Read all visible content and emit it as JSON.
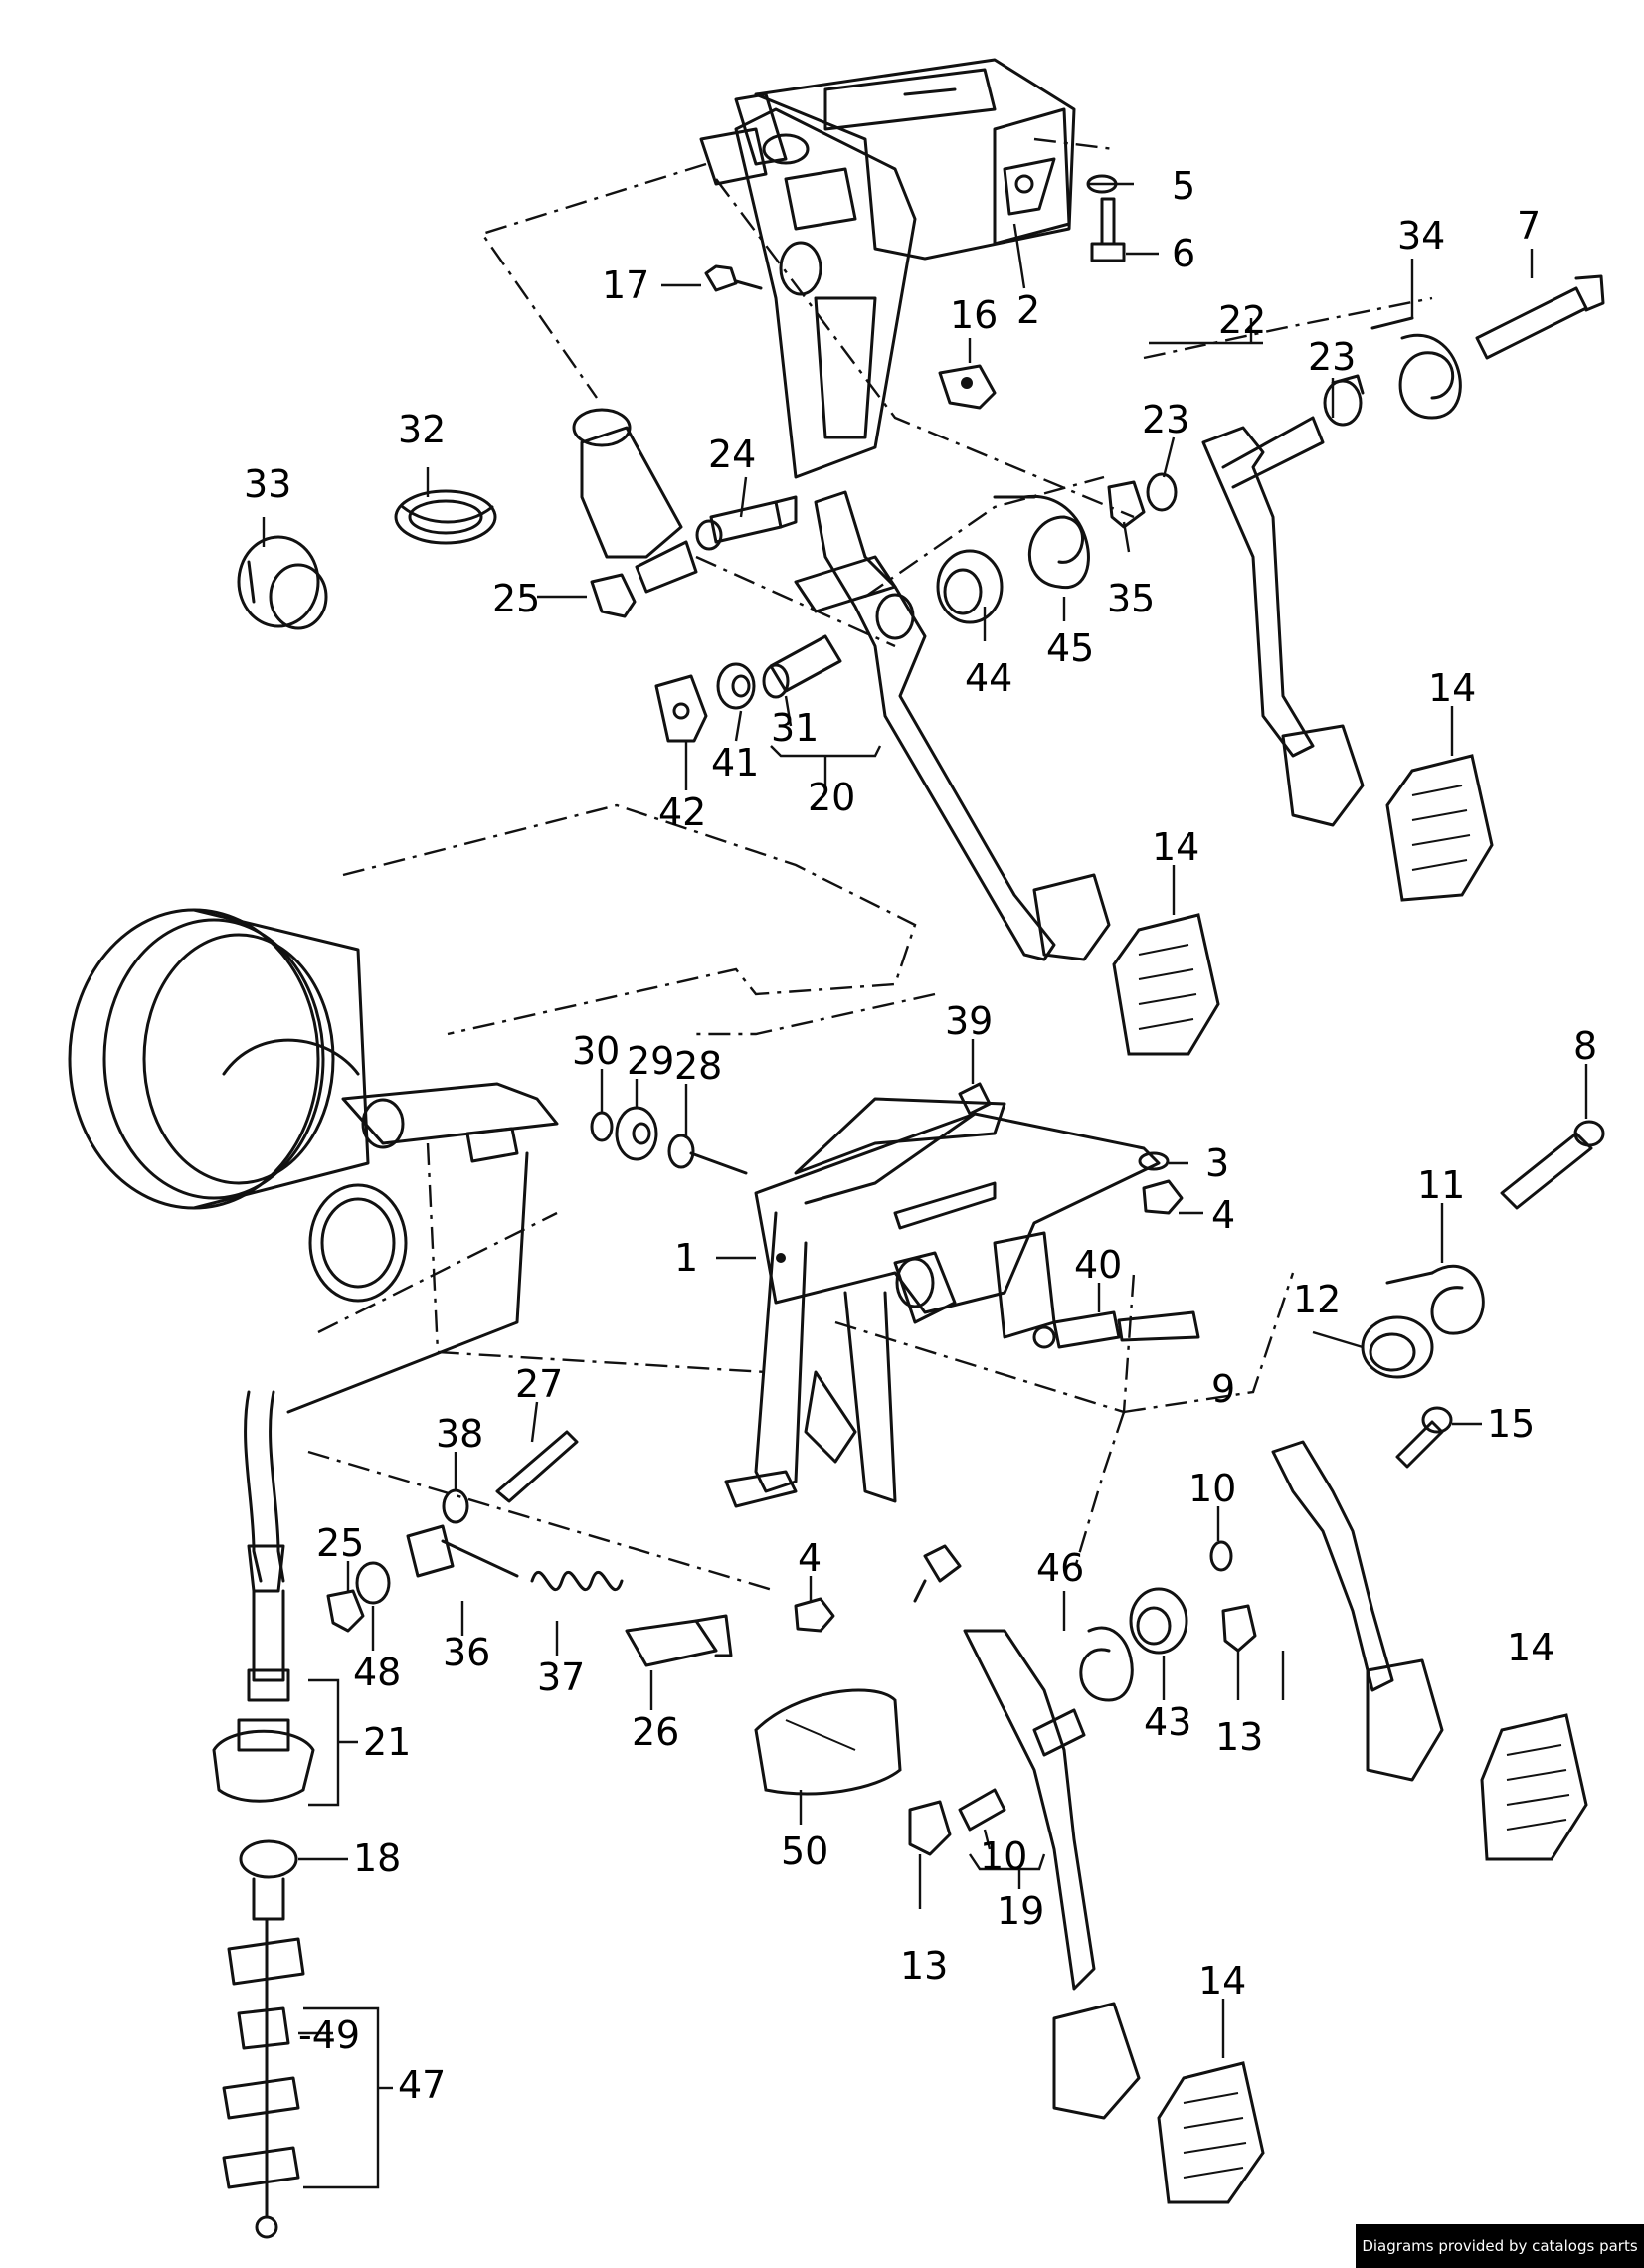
{
  "callouts": {
    "n5": "5",
    "n6": "6",
    "n2": "2",
    "n17": "17",
    "n16": "16",
    "n34": "34",
    "n7": "7",
    "n22": "22",
    "n23a": "23",
    "n23b": "23",
    "n32": "32",
    "n33": "33",
    "n24": "24",
    "n25a": "25",
    "n35": "35",
    "n44": "44",
    "n45": "45",
    "n31": "31",
    "n41": "41",
    "n42": "42",
    "n20": "20",
    "n14a": "14",
    "n14b": "14",
    "n39": "39",
    "n30": "30",
    "n29": "29",
    "n28": "28",
    "n8": "8",
    "n3": "3",
    "n4a": "4",
    "n1": "1",
    "n11": "11",
    "n40": "40",
    "n12": "12",
    "n27": "27",
    "n9": "9",
    "n15": "15",
    "n38": "38",
    "n10a": "10",
    "n25b": "25",
    "n4b": "4",
    "n46": "46",
    "n48": "48",
    "n36": "36",
    "n37": "37",
    "n26": "26",
    "n43": "43",
    "n13a": "13",
    "n14c": "14",
    "n21": "21",
    "n18": "18",
    "n50": "50",
    "n10b": "10",
    "n19": "19",
    "n13b": "13",
    "n14d": "14",
    "n49": "-49",
    "n47": "47"
  },
  "footer_text": "Diagrams provided by catalogs parts"
}
